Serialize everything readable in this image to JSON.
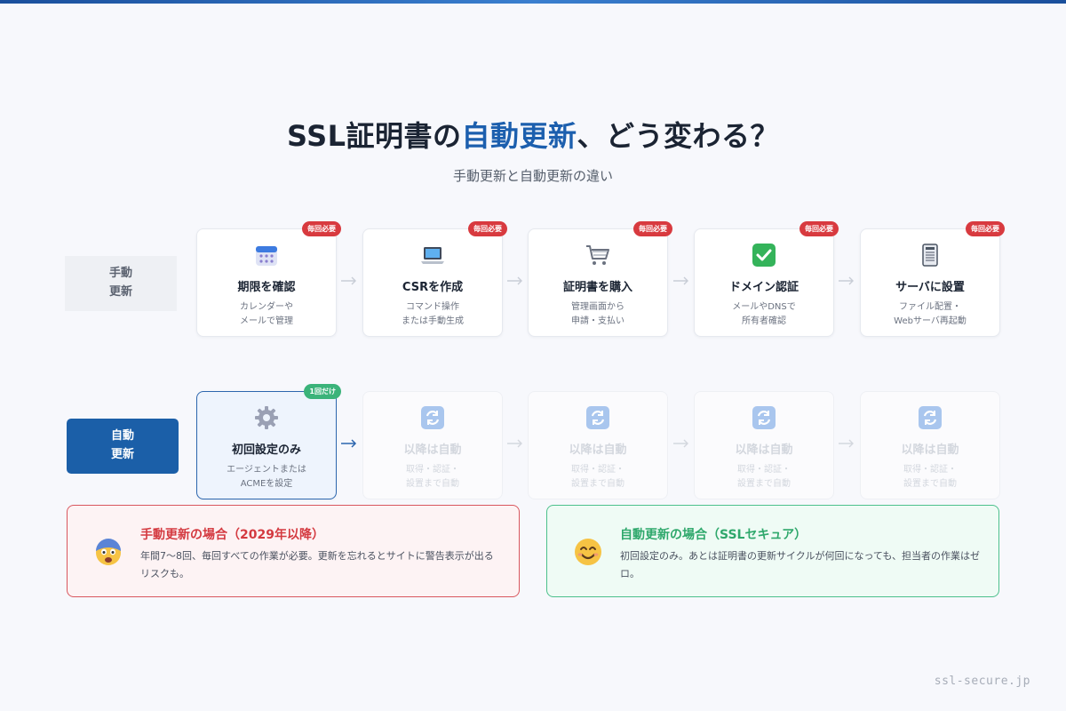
{
  "header": {
    "title_part1": "SSL証明書の",
    "title_highlight": "自動更新",
    "title_part2": "、どう変わる？",
    "subtitle": "手動更新と自動更新の違い"
  },
  "manual_row": {
    "label": "手動\n更新",
    "badge": "毎回必要",
    "steps": [
      {
        "icon": "calendar-icon",
        "title": "期限を確認",
        "desc": "カレンダーや\nメールで管理"
      },
      {
        "icon": "laptop-icon",
        "title": "CSRを作成",
        "desc": "コマンド操作\nまたは手動生成"
      },
      {
        "icon": "shopping-cart-icon",
        "title": "証明書を購入",
        "desc": "管理画面から\n申請・支払い"
      },
      {
        "icon": "checkmark-icon",
        "title": "ドメイン認証",
        "desc": "メールやDNSで\n所有者確認"
      },
      {
        "icon": "server-icon",
        "title": "サーバに設置",
        "desc": "ファイル配置・\nWebサーバ再起動"
      }
    ]
  },
  "auto_row": {
    "label": "自動\n更新",
    "first": {
      "icon": "gear-icon",
      "badge": "1回だけ",
      "title": "初回設定のみ",
      "desc": "エージェントまたは\nACMEを設定"
    },
    "faded_steps": [
      {
        "icon": "refresh-icon",
        "title": "以降は自動",
        "desc": "取得・認証・\n設置まで自動"
      },
      {
        "icon": "refresh-icon",
        "title": "以降は自動",
        "desc": "取得・認証・\n設置まで自動"
      },
      {
        "icon": "refresh-icon",
        "title": "以降は自動",
        "desc": "取得・認証・\n設置まで自動"
      },
      {
        "icon": "refresh-icon",
        "title": "以降は自動",
        "desc": "取得・認証・\n設置まで自動"
      }
    ]
  },
  "panels": {
    "manual": {
      "icon": "scared-face-icon",
      "title": "手動更新の場合（2029年以降）",
      "text": "年間7〜8回、毎回すべての作業が必要。更新を忘れるとサイトに警告表示が出るリスクも。"
    },
    "auto": {
      "icon": "smiling-face-icon",
      "title": "自動更新の場合（SSLセキュア）",
      "text": "初回設定のみ。あとは証明書の更新サイクルが何回になっても、担当者の作業はゼロ。"
    }
  },
  "footer": {
    "site": "ssl-secure.jp"
  },
  "colors": {
    "accent_blue": "#1c5fae",
    "badge_red": "#d83a3f",
    "badge_green": "#3bb37a",
    "manual_border": "#d9575e",
    "auto_border": "#4cc08c"
  }
}
